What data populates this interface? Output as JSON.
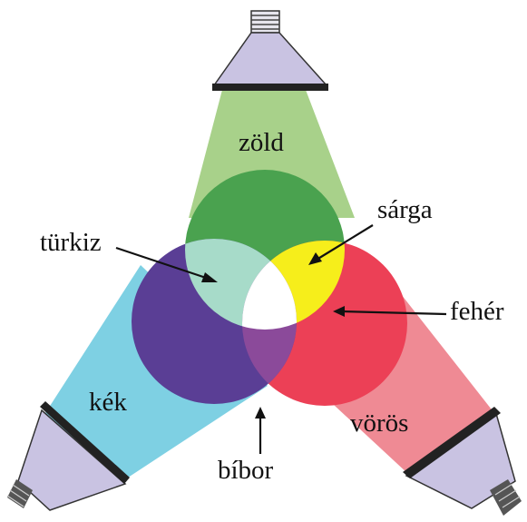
{
  "labels": {
    "green": "zöld",
    "yellow": "sárga",
    "cyan": "türkiz",
    "white": "fehér",
    "blue": "kék",
    "red": "vörös",
    "magenta": "bíbor"
  },
  "colors": {
    "green_beam": "#a8d18a",
    "blue_beam": "#7ed0e3",
    "red_beam": "#ef8a94",
    "green_light": "#4aa24f",
    "red_light": "#ec4056",
    "blue_light": "#5a3e95",
    "cyan_overlap": "#a7dbc9",
    "yellow_overlap": "#f6ee1b",
    "magenta_overlap": "#8b4a9a",
    "white_overlap": "#ffffff",
    "projector_body": "#c9c3e2"
  }
}
